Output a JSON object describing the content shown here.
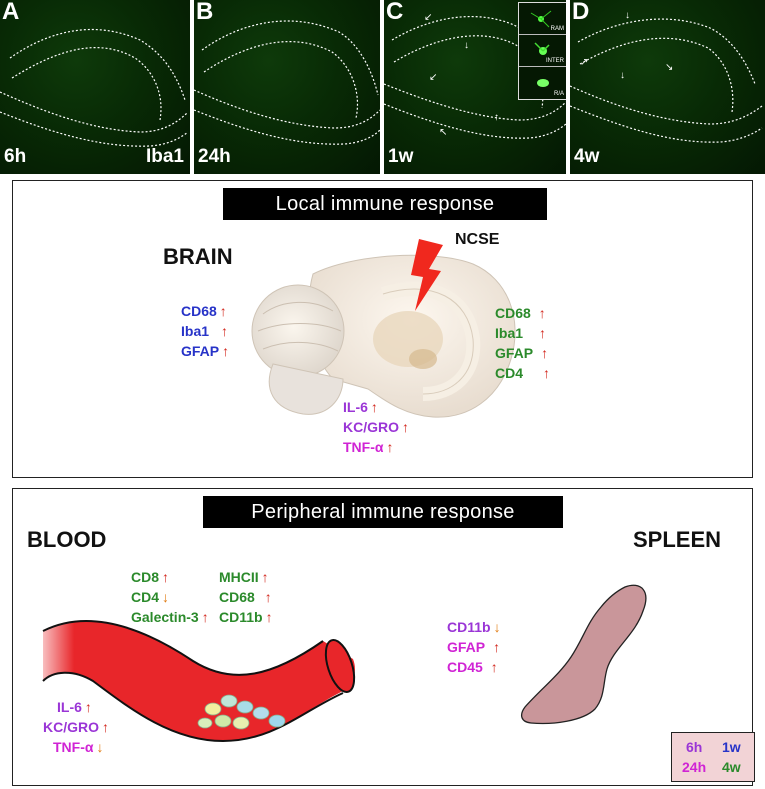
{
  "micrographs": {
    "marker_label": "Iba1",
    "panels": [
      {
        "letter": "A",
        "time": "6h"
      },
      {
        "letter": "B",
        "time": "24h"
      },
      {
        "letter": "C",
        "time": "1w"
      },
      {
        "letter": "D",
        "time": "4w"
      }
    ],
    "inset_labels": [
      "RAM",
      "INTER",
      "R/A"
    ]
  },
  "local": {
    "title": "Local immune response",
    "organ_label": "BRAIN",
    "ncse_label": "NCSE",
    "left_markers": [
      {
        "name": "CD68",
        "arrow": "↑"
      },
      {
        "name": "Iba1",
        "arrow": "↑"
      },
      {
        "name": "GFAP",
        "arrow": "↑"
      }
    ],
    "right_markers": [
      {
        "name": "CD68",
        "arrow": "↑"
      },
      {
        "name": "Iba1",
        "arrow": "↑"
      },
      {
        "name": "GFAP",
        "arrow": "↑"
      },
      {
        "name": "CD4",
        "arrow": "↑"
      }
    ],
    "bottom_markers": [
      {
        "name": "IL-6",
        "arrow": "↑"
      },
      {
        "name": "KC/GRO",
        "arrow": "↑"
      },
      {
        "name": "TNF-α",
        "arrow": "↑"
      }
    ]
  },
  "peripheral": {
    "title": "Peripheral immune response",
    "blood_label": "BLOOD",
    "spleen_label": "SPLEEN",
    "blood_col1": [
      {
        "name": "CD8",
        "arrow": "↑"
      },
      {
        "name": "CD4",
        "arrow": "↓"
      },
      {
        "name": "Galectin-3",
        "arrow": "↑"
      }
    ],
    "blood_col2": [
      {
        "name": "MHCII",
        "arrow": "↑"
      },
      {
        "name": "CD68",
        "arrow": "↑"
      },
      {
        "name": "CD11b",
        "arrow": "↑"
      }
    ],
    "blood_cytokines": [
      {
        "name": "IL-6",
        "arrow": "↑"
      },
      {
        "name": "KC/GRO",
        "arrow": "↑"
      },
      {
        "name": "TNF-α",
        "arrow": "↓"
      }
    ],
    "spleen_markers": [
      {
        "name": "CD11b",
        "arrow": "↓"
      },
      {
        "name": "GFAP",
        "arrow": "↑"
      },
      {
        "name": "CD45",
        "arrow": "↑"
      }
    ]
  },
  "legend": {
    "t1": "6h",
    "t2": "1w",
    "t3": "24h",
    "t4": "4w"
  },
  "colors": {
    "6h": "#9a35d6",
    "24h": "#d024d4",
    "1w": "#2733c8",
    "4w": "#2b8a2b",
    "arrow_up": "#d2261c",
    "arrow_down": "#e07a10",
    "vessel": "#e8262a",
    "spleen": "#c9969a",
    "legend_bg": "#f2d3d6"
  }
}
